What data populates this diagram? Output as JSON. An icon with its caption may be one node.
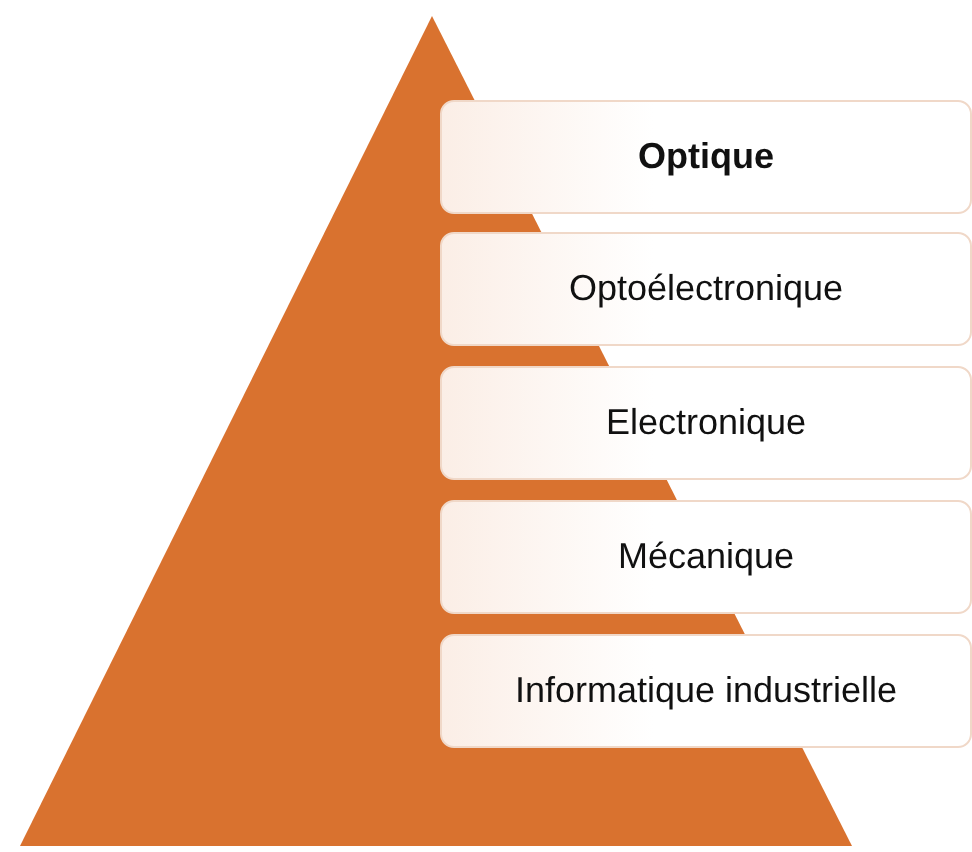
{
  "diagram": {
    "nodes": [
      {
        "text": [
          "Optique"
        ]
      },
      {
        "text": [
          "Optoélectronique"
        ]
      },
      {
        "text": [
          "Electronique"
        ]
      },
      {
        "text": [
          "Mécanique"
        ]
      },
      {
        "text": [
          "Informatique industrielle"
        ]
      }
    ]
  }
}
